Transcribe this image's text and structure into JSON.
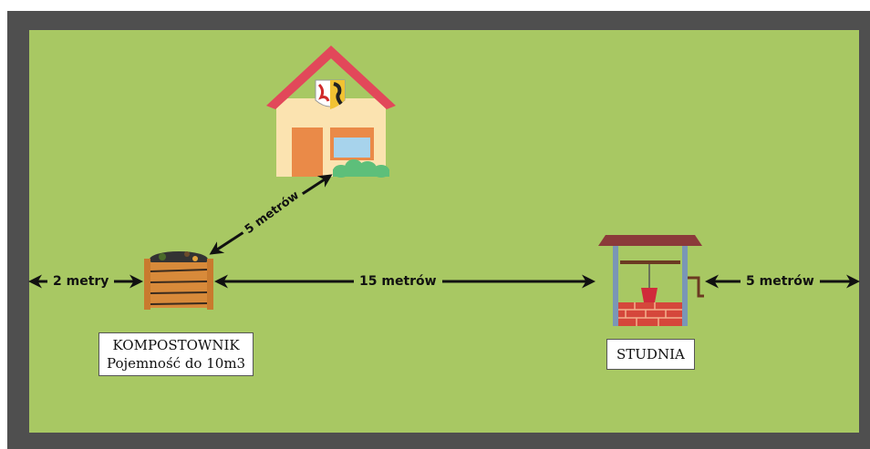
{
  "labels": {
    "compost_title": "KOMPOSTOWNIK",
    "compost_capacity": "Pojemność do 10m3",
    "well": "STUDNIA"
  },
  "distances": {
    "left_edge_to_compost": "2 metry",
    "compost_to_house": "5 metrów",
    "compost_to_well": "15 metrów",
    "well_to_right_edge": "5 metrów"
  },
  "colors": {
    "lawn": "#a8c863",
    "border": "#4f4f4f",
    "roof": "#e2485a",
    "house_wall": "#fbe3b0",
    "door": "#ea8a48",
    "bush": "#5dbf7a",
    "compost_wood": "#d88a3a",
    "well_brick": "#d5473b",
    "well_post": "#7a96b6",
    "well_roof": "#8b3a3a"
  },
  "icons": [
    "house-icon",
    "coat-of-arms-icon",
    "compost-bin-icon",
    "well-icon"
  ]
}
